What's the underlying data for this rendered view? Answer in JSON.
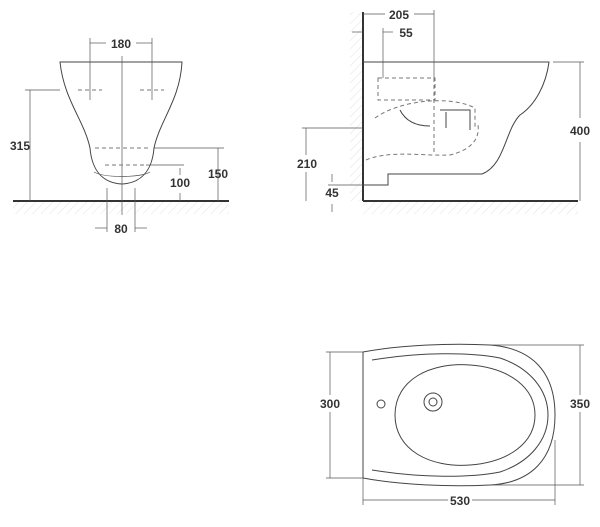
{
  "front_view": {
    "width_top": "180",
    "height_total": "315",
    "height_inlet": "150",
    "height_outlet": "100",
    "outlet_width": "80"
  },
  "side_view": {
    "depth_fixing": "205",
    "depth_inlet": "55",
    "height": "400",
    "height_inlet": "210",
    "height_outlet": "45"
  },
  "plan_view": {
    "width_rear": "300",
    "width": "350",
    "length": "530"
  }
}
